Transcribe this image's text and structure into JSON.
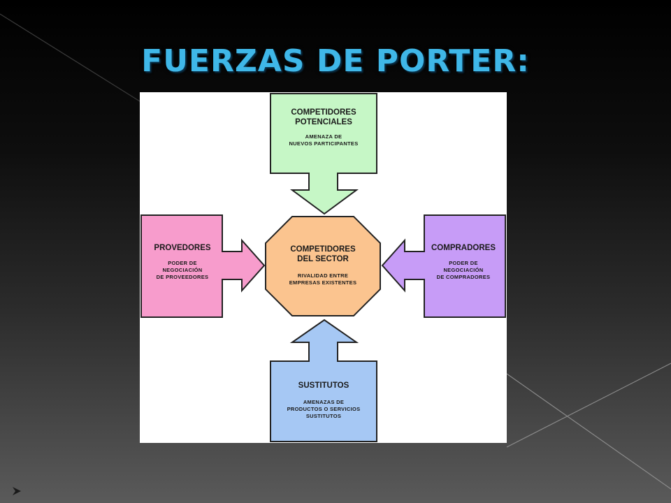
{
  "slide": {
    "title": "FUERZAS DE PORTER:"
  },
  "diagram": {
    "center": {
      "title_line1": "COMPETIDORES",
      "title_line2": "DEL SECTOR",
      "desc_line1": "RIVALIDAD ENTRE",
      "desc_line2": "EMPRESAS EXISTENTES",
      "color": "#fbc48f"
    },
    "top": {
      "title_line1": "COMPETIDORES",
      "title_line2": "POTENCIALES",
      "desc_line1": "AMENAZA DE",
      "desc_line2": "NUEVOS PARTICIPANTES",
      "color": "#c6f7c6"
    },
    "left": {
      "title_line1": "PROVEDORES",
      "desc_line1": "PODER DE",
      "desc_line2": "NEGOCIACIÓN",
      "desc_line3": "DE PROVEEDORES",
      "color": "#f79ccc"
    },
    "right": {
      "title_line1": "COMPRADORES",
      "desc_line1": "PODER DE",
      "desc_line2": "NEGOCIACIÓN",
      "desc_line3": "DE COMPRADORES",
      "color": "#c79cf7"
    },
    "bottom": {
      "title_line1": "SUSTITUTOS",
      "desc_line1": "AMENAZAS DE",
      "desc_line2": "PRODUCTOS O SERVICIOS",
      "desc_line3": "SUSTITUTOS",
      "color": "#a6c8f4"
    },
    "outline_color": "#222222",
    "panel_color": "#ffffff",
    "title_color": "#3fb7e8"
  }
}
